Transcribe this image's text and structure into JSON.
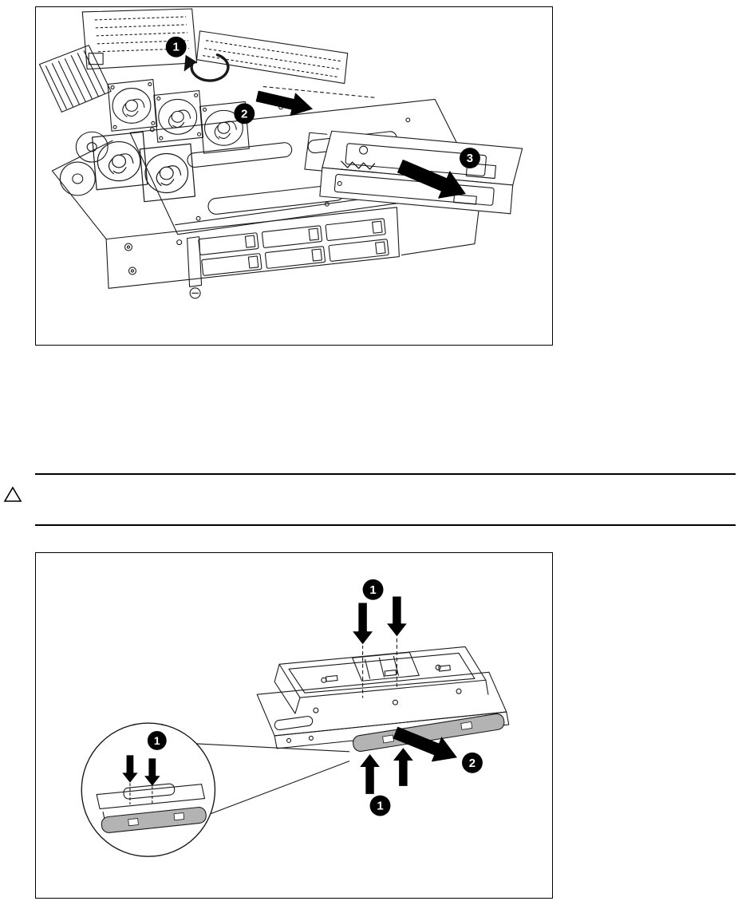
{
  "figure_top": {
    "callouts": {
      "step1": "1",
      "step2": "2",
      "step3": "3"
    }
  },
  "figure_bottom": {
    "callouts": {
      "press_top": "1",
      "slide_out": "2",
      "press_bottom": "1",
      "inset_detail": "1"
    }
  },
  "caution": {
    "symbol": "warning-triangle"
  },
  "colors": {
    "line": "#1a1a1a",
    "callout_fill": "#000000",
    "callout_text": "#ffffff",
    "bezel_gray": "#b3b3b3",
    "page_background": "#ffffff"
  }
}
